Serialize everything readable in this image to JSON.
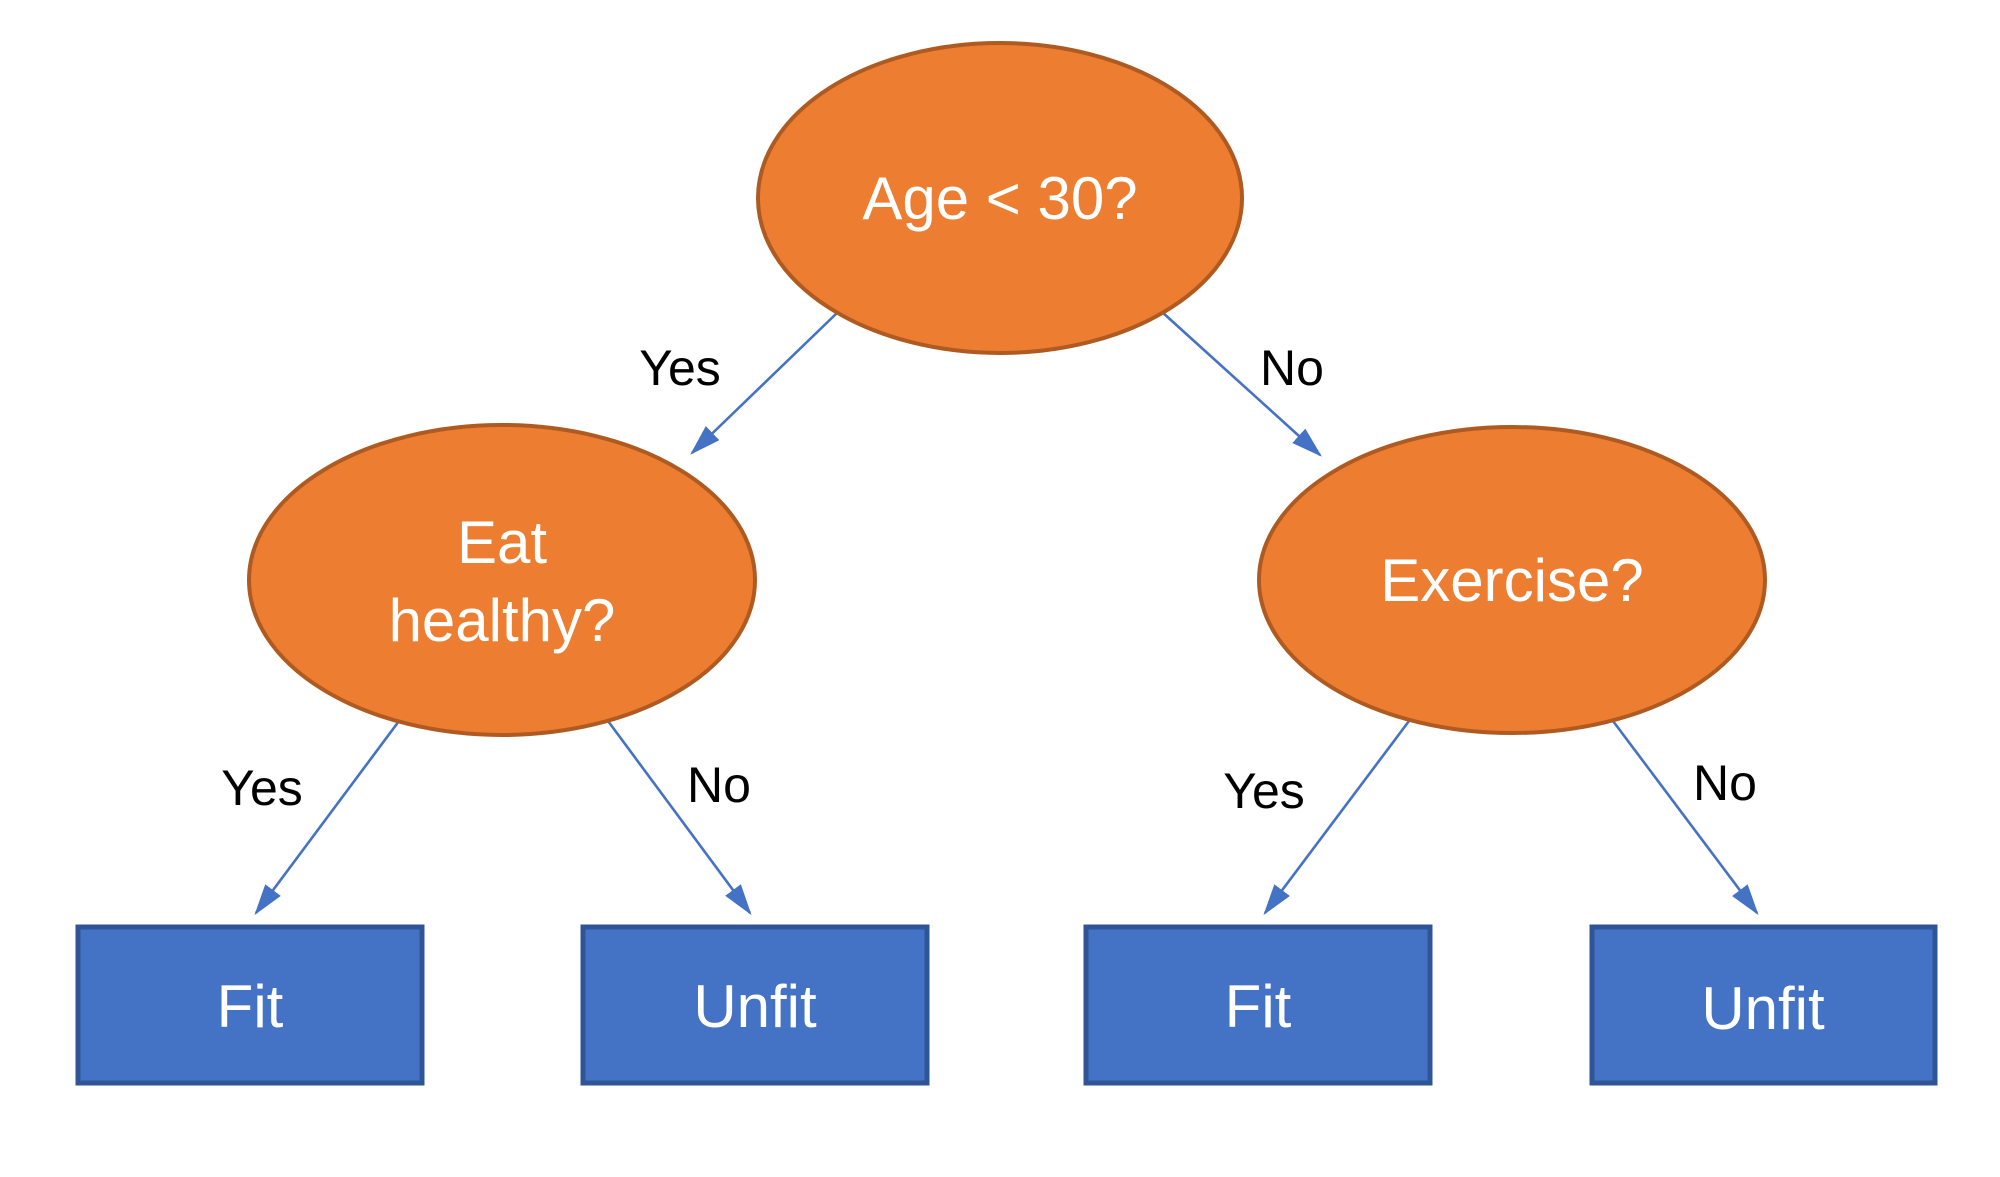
{
  "diagram": {
    "type": "decision-tree",
    "nodes": {
      "root": {
        "label": "Age < 30?"
      },
      "eat_healthy": {
        "label": "Eat healthy?",
        "line1": "Eat",
        "line2": "healthy?"
      },
      "exercise": {
        "label": "Exercise?"
      },
      "fit_left": {
        "label": "Fit"
      },
      "unfit_left": {
        "label": "Unfit"
      },
      "fit_right": {
        "label": "Fit"
      },
      "unfit_right": {
        "label": "Unfit"
      }
    },
    "edges": {
      "root_to_eat_healthy": {
        "label": "Yes"
      },
      "root_to_exercise": {
        "label": "No"
      },
      "eat_healthy_to_fit": {
        "label": "Yes"
      },
      "eat_healthy_to_unfit": {
        "label": "No"
      },
      "exercise_to_fit": {
        "label": "Yes"
      },
      "exercise_to_unfit": {
        "label": "No"
      }
    },
    "colors": {
      "decision_node_fill": "#ED7D31",
      "decision_node_border": "#AE5A21",
      "leaf_node_fill": "#4472C4",
      "leaf_node_border": "#2F5597",
      "arrow": "#4472C4",
      "node_text": "#FFFFFF",
      "edge_label_text": "#000000",
      "background": "#FFFFFF"
    }
  }
}
